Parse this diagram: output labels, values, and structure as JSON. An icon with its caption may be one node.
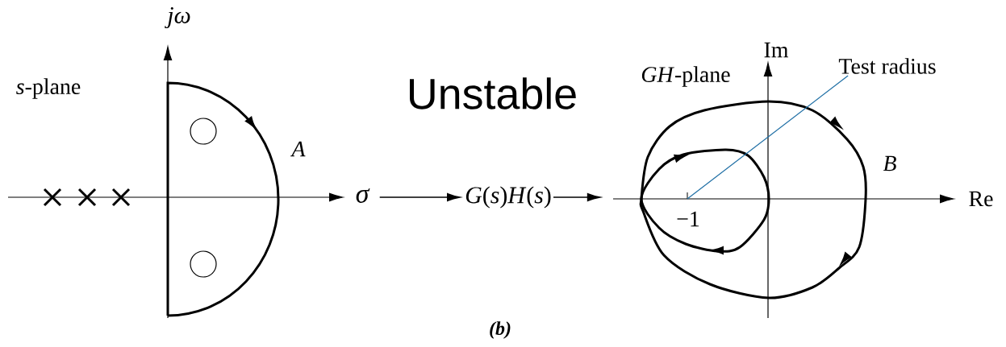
{
  "diagram": {
    "title": "Unstable",
    "caption": "(b)",
    "nodes": [
      {
        "text": [],
        "shape": "picture"
      },
      {
        "text": [
          "*G*(*s*)*H*(*s*)"
        ]
      },
      {
        "text": [],
        "shape": "picture"
      },
      {
        "text": [
          "Test radius"
        ]
      }
    ],
    "edges": [
      {
        "from": 0,
        "to": 1,
        "arrow": "to"
      },
      {
        "from": 1,
        "to": 2,
        "arrow": "to"
      },
      {
        "from": 3,
        "to": 2,
        "arrow": "none",
        "color": "#1f6fa5"
      }
    ],
    "labels": [
      "jω",
      "*s*-plane",
      "A",
      "σ",
      "*GH*-plane",
      "Im",
      "B",
      "Re",
      "−1"
    ]
  }
}
